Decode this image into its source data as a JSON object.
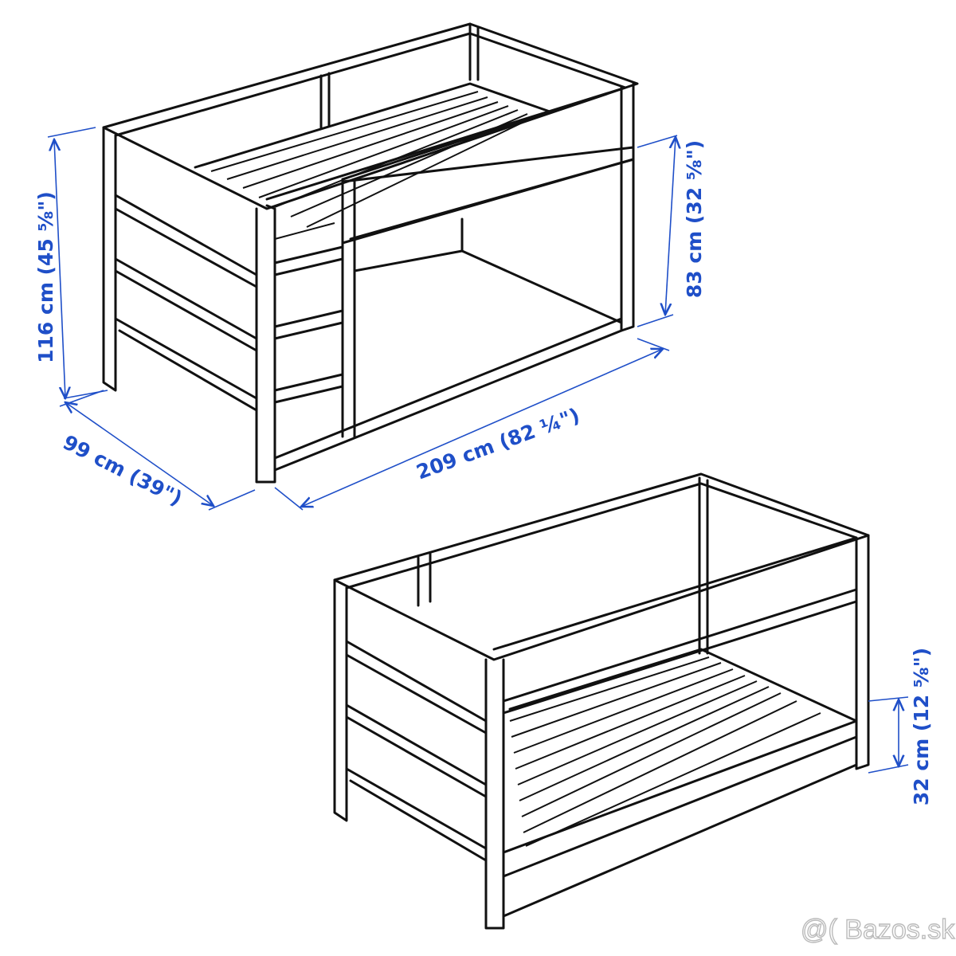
{
  "dimensions": {
    "height_total": "116 cm (45 ⅝\")",
    "height_under": "83 cm (32 ⅝\")",
    "width": "99 cm (39\")",
    "length": "209 cm (82 ¼\")",
    "height_low": "32 cm (12 ⅝\")"
  },
  "watermark": "@( Bazos.sk",
  "colors": {
    "dimension": "#1f4fc8",
    "line": "#111111"
  }
}
